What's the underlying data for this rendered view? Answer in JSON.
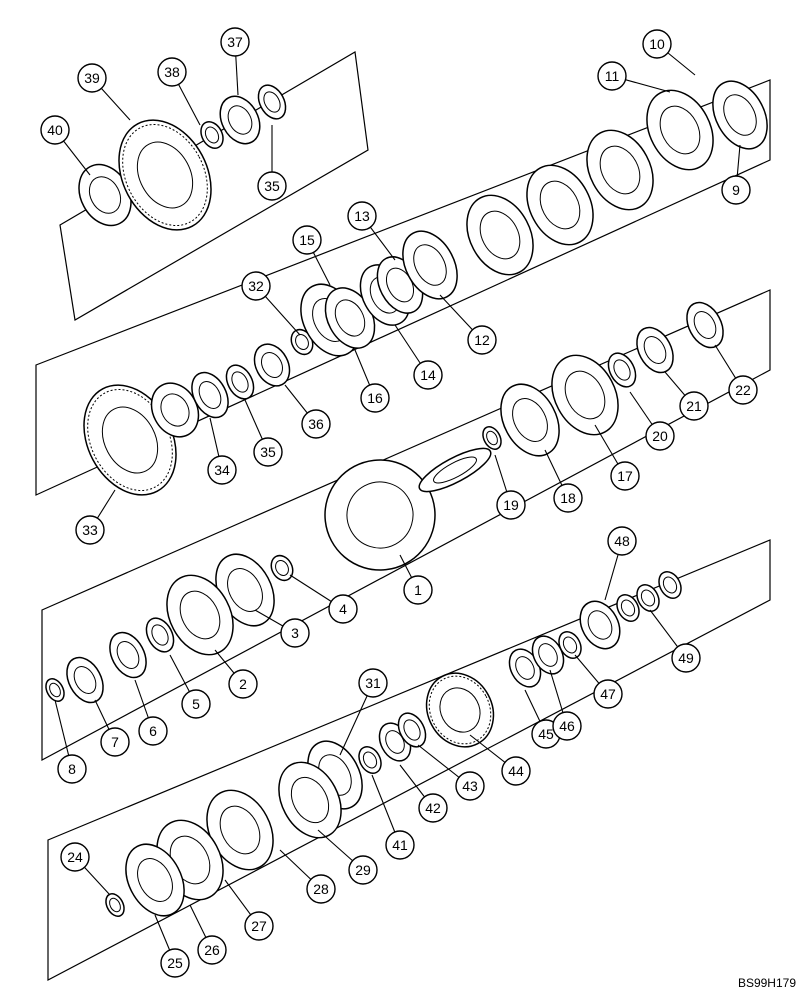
{
  "diagram": {
    "reference_code": "BS99H179",
    "callouts": [
      "1",
      "2",
      "3",
      "4",
      "5",
      "6",
      "7",
      "8",
      "9",
      "10",
      "11",
      "12",
      "13",
      "14",
      "15",
      "16",
      "17",
      "18",
      "19",
      "20",
      "21",
      "22",
      "24",
      "25",
      "26",
      "27",
      "28",
      "29",
      "31",
      "32",
      "33",
      "34",
      "35",
      "36",
      "37",
      "38",
      "39",
      "40",
      "41",
      "42",
      "43",
      "44",
      "45",
      "46",
      "47",
      "48",
      "49"
    ]
  }
}
